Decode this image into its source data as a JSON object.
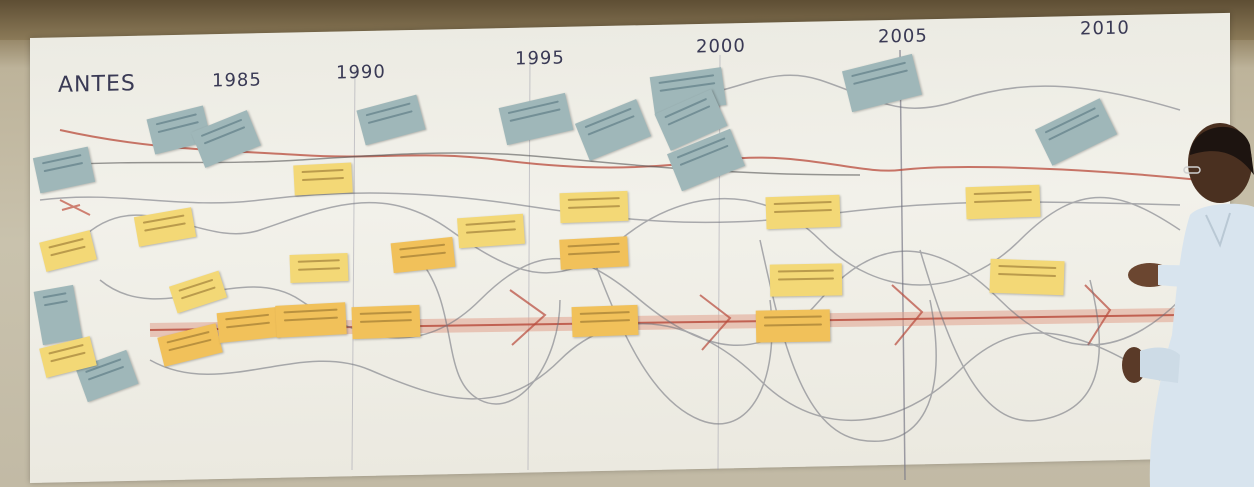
{
  "scene": {
    "description_label": "timeline-wall"
  },
  "wall": {
    "title_text": "ANTES",
    "years": [
      "1985",
      "1990",
      "1995",
      "2000",
      "2005",
      "2010"
    ]
  },
  "colors": {
    "wall_paper": "#efeee6",
    "yellow_note": "#f3d876",
    "orange_note": "#f1c15a",
    "gray_note": "#9fb7b9",
    "red_line": "#b8493a",
    "shirt": "#d8e4ee"
  }
}
